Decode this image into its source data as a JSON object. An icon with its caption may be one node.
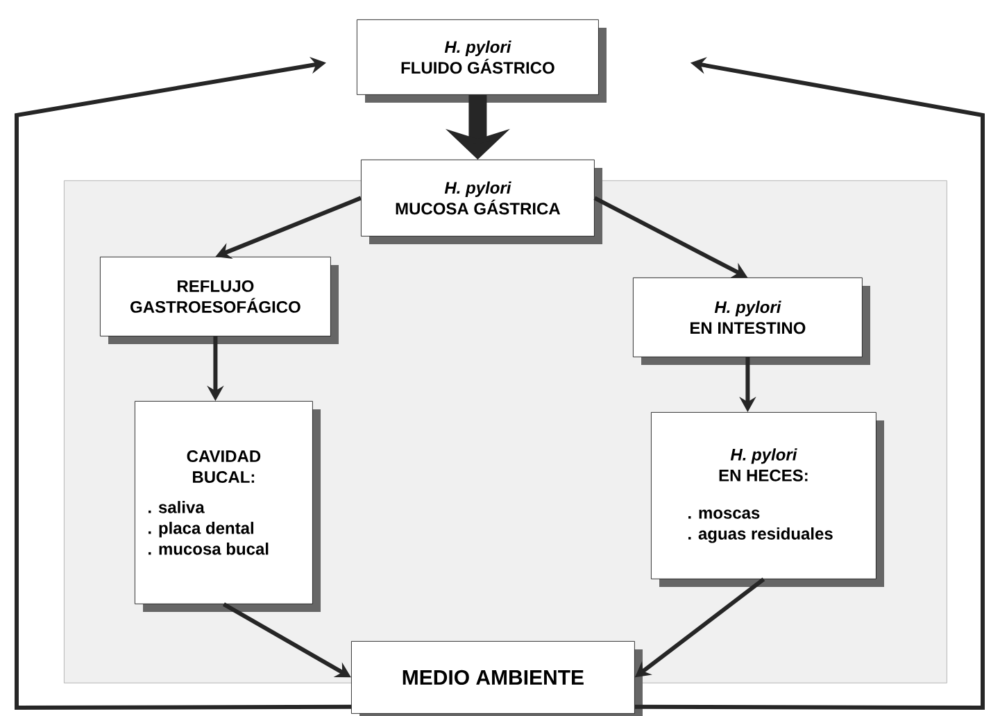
{
  "diagram": {
    "nodes": [
      {
        "text": [
          "H. pylori",
          "FLUIDO GÁSTRICO"
        ]
      },
      {
        "text": [],
        "shape": "box"
      },
      {
        "text": [
          "H. pylori",
          "MUCOSA GÁSTRICA"
        ]
      },
      {
        "text": [
          "REFLUJO GASTROESOFÁGICO"
        ],
        "in": 1
      },
      {
        "text": [
          "H. pylori",
          "EN INTESTINO"
        ],
        "in": 1
      },
      {
        "text": [
          "CAVIDAD BUCAL:",
          ". saliva",
          ". placa dental",
          ". mucosa bucal"
        ],
        "in": 1
      },
      {
        "text": [
          "H. pylori",
          "EN HECES:",
          ". moscas",
          ". aguas residuales"
        ],
        "in": 1
      },
      {
        "text": [
          "MEDIO AMBIENTE"
        ]
      }
    ],
    "edges": [
      {
        "from": 0,
        "to": 2,
        "arrow": "to",
        "style": "thick"
      },
      {
        "from": 2,
        "to": 3,
        "arrow": "to"
      },
      {
        "from": 2,
        "to": 4,
        "arrow": "to"
      },
      {
        "from": 3,
        "to": 5,
        "arrow": "to"
      },
      {
        "from": 4,
        "to": 6,
        "arrow": "to"
      },
      {
        "from": 5,
        "to": 7,
        "arrow": "to"
      },
      {
        "from": 6,
        "to": 7,
        "arrow": "to"
      },
      {
        "from": 7,
        "to": 0,
        "arrow": "to"
      },
      {
        "from": 7,
        "to": 0,
        "arrow": "to"
      }
    ]
  }
}
